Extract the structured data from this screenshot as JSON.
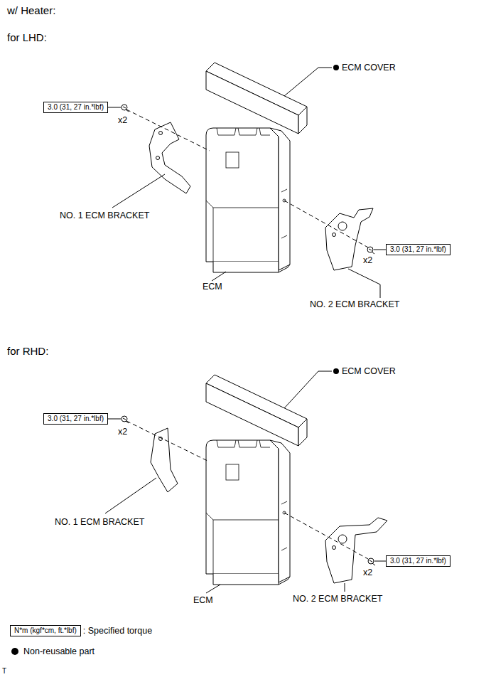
{
  "diagram": {
    "title": "w/ Heater:",
    "nodes": [
      {
        "text": [
          "3.0 (31, 27 in.*lbf)"
        ]
      },
      {
        "text": [
          "3.0 (31, 27 in.*lbf)"
        ]
      },
      {
        "text": [
          "3.0 (31, 27 in.*lbf)"
        ]
      },
      {
        "text": [
          "3.0 (31, 27 in.*lbf)"
        ]
      },
      {
        "text": [
          "N*m (kgf*cm, ft.*lbf)"
        ]
      }
    ],
    "labels": [
      "for LHD:",
      "ECM COVER",
      "x2",
      "NO. 1 ECM BRACKET",
      "x2",
      "ECM",
      "NO. 2 ECM BRACKET",
      "for RHD:",
      "ECM COVER",
      "x2",
      "NO. 1 ECM BRACKET",
      "x2",
      "ECM",
      "NO. 2 ECM BRACKET",
      "T"
    ],
    "legend": [
      {
        "text": ": Specified torque"
      },
      {
        "text": "Non-reusable part"
      }
    ]
  }
}
